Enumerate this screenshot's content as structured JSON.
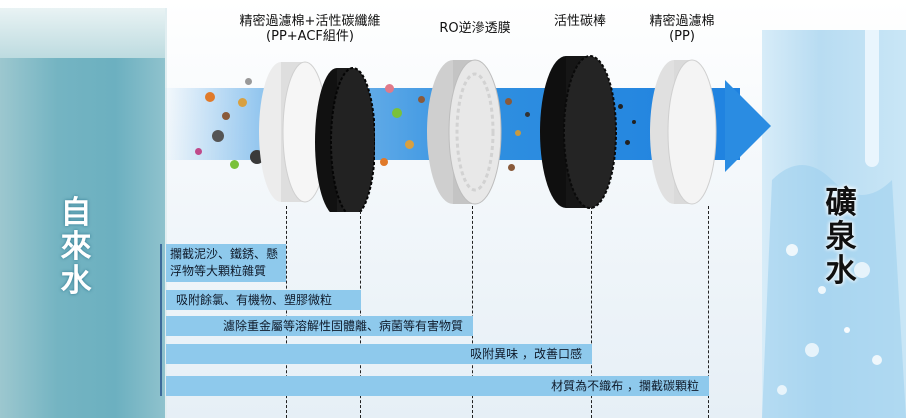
{
  "source_label": "自來水",
  "output_label": "礦泉水",
  "stages": [
    {
      "name": "精密過濾棉+活性碳纖維",
      "sub": "(PP+ACF組件)"
    },
    {
      "name": "RO逆滲透膜",
      "sub": ""
    },
    {
      "name": "活性碳棒",
      "sub": ""
    },
    {
      "name": "精密過濾棉",
      "sub": "(PP)"
    }
  ],
  "functions": [
    "攔截泥沙、鐵銹、懸浮物等大顆粒雜質",
    "吸附餘氯、有機物、塑膠微粒",
    "濾除重金屬等溶解性固體離、病菌等有害物質",
    "吸附異味 ，改善口感",
    "材質為不織布 ，攔截碳顆粒"
  ],
  "colors": {
    "flow_blue": "#2a8ce2",
    "function_bar": "#8ec9ec",
    "tap_water": "#74b4c2",
    "carbon_black": "#1a1a1a",
    "pp_white": "#f2f2f2"
  }
}
